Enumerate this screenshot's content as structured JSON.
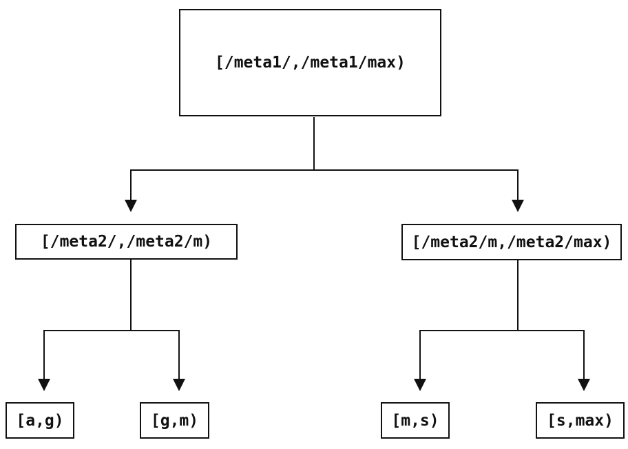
{
  "diagram": {
    "type": "binary-interval-tree",
    "background_color": "#ffffff",
    "line_color": "#111111",
    "text_color": "#111111",
    "nodes": [
      {
        "id": "root",
        "label": "[/meta1/,/meta1/max)",
        "level": 0
      },
      {
        "id": "left",
        "label": "[/meta2/,/meta2/m)",
        "level": 1
      },
      {
        "id": "right",
        "label": "[/meta2/m,/meta2/max)",
        "level": 1
      },
      {
        "id": "leaf-ag",
        "label": "[a,g)",
        "level": 2
      },
      {
        "id": "leaf-gm",
        "label": "[g,m)",
        "level": 2
      },
      {
        "id": "leaf-ms",
        "label": "[m,s)",
        "level": 2
      },
      {
        "id": "leaf-smax",
        "label": "[s,max)",
        "level": 2
      }
    ],
    "edges": [
      {
        "from": "root",
        "to": "left"
      },
      {
        "from": "root",
        "to": "right"
      },
      {
        "from": "left",
        "to": "leaf-ag"
      },
      {
        "from": "left",
        "to": "leaf-gm"
      },
      {
        "from": "right",
        "to": "leaf-ms"
      },
      {
        "from": "right",
        "to": "leaf-smax"
      }
    ]
  }
}
